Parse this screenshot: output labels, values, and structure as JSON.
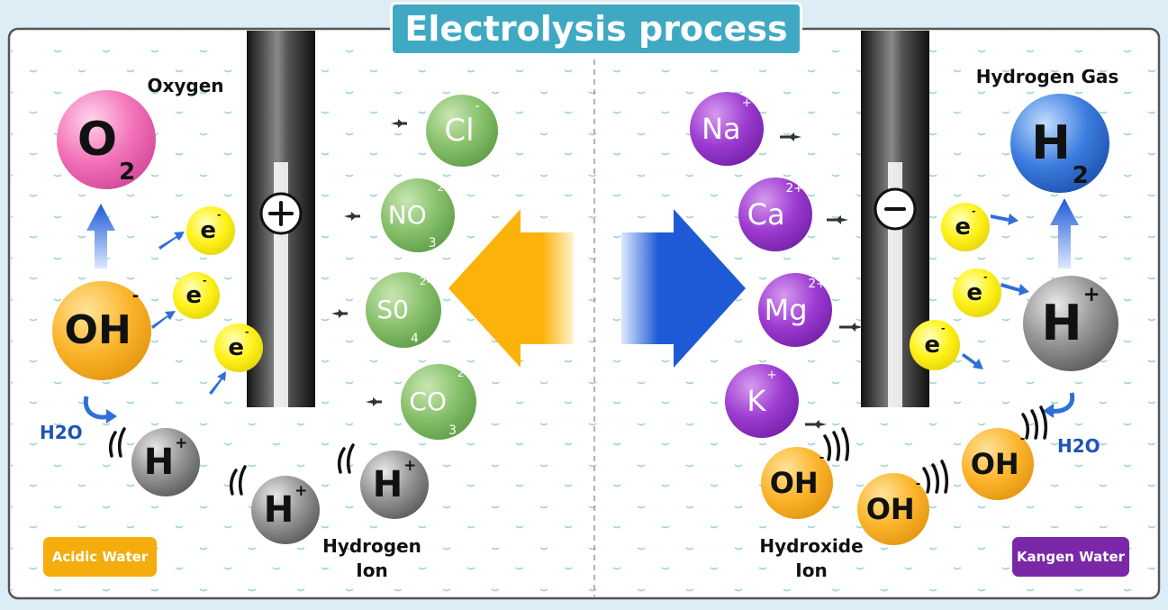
{
  "title": "Electrolysis process",
  "colors": {
    "title_bg": "#3fa9c4",
    "anode_arrow": "#fbb20a",
    "cathode_arrow": "#1e5ad6",
    "acidic_badge": "#f4ad0c",
    "kangen_badge": "#7a28a8",
    "h2o_text": "#1d55b5"
  },
  "left": {
    "oxygen_label": "Oxygen",
    "o2": {
      "main": "O",
      "sub": "2"
    },
    "anode_sign": "+",
    "hydroxide": {
      "main": "OH",
      "sup": "-"
    },
    "h2o": "H2O",
    "electrons": [
      {
        "main": "e",
        "sup": "-"
      },
      {
        "main": "e",
        "sup": "-"
      },
      {
        "main": "e",
        "sup": "-"
      }
    ],
    "hydrogen_ions": [
      {
        "main": "H",
        "sup": "+"
      },
      {
        "main": "H",
        "sup": "+"
      },
      {
        "main": "H",
        "sup": "+"
      }
    ],
    "anions": [
      {
        "main": "Cl",
        "sup": "-"
      },
      {
        "main": "NO",
        "sub": "3",
        "sup": "2-"
      },
      {
        "main": "S0",
        "sub": "4",
        "sup": "2-"
      },
      {
        "main": "CO",
        "sub": "3",
        "sup": "2-"
      }
    ],
    "ion_label_line1": "Hydrogen",
    "ion_label_line2": "Ion",
    "badge": "Acidic Water"
  },
  "right": {
    "gas_label": "Hydrogen Gas",
    "h2": {
      "main": "H",
      "sub": "2"
    },
    "cathode_sign": "-",
    "hydrogen_ion": {
      "main": "H",
      "sup": "+"
    },
    "h2o": "H2O",
    "electrons": [
      {
        "main": "e",
        "sup": "-"
      },
      {
        "main": "e",
        "sup": "-"
      },
      {
        "main": "e",
        "sup": "-"
      }
    ],
    "cations": [
      {
        "main": "Na",
        "sup": "+"
      },
      {
        "main": "Ca",
        "sup": "2+"
      },
      {
        "main": "Mg",
        "sup": "2+"
      },
      {
        "main": "K",
        "sup": "+"
      }
    ],
    "hydroxides": [
      {
        "main": "OH",
        "sup": "-"
      },
      {
        "main": "OH",
        "sup": "-"
      },
      {
        "main": "OH",
        "sup": "-"
      }
    ],
    "ion_label_line1": "Hydroxide",
    "ion_label_line2": "Ion",
    "badge": "Kangen Water"
  }
}
